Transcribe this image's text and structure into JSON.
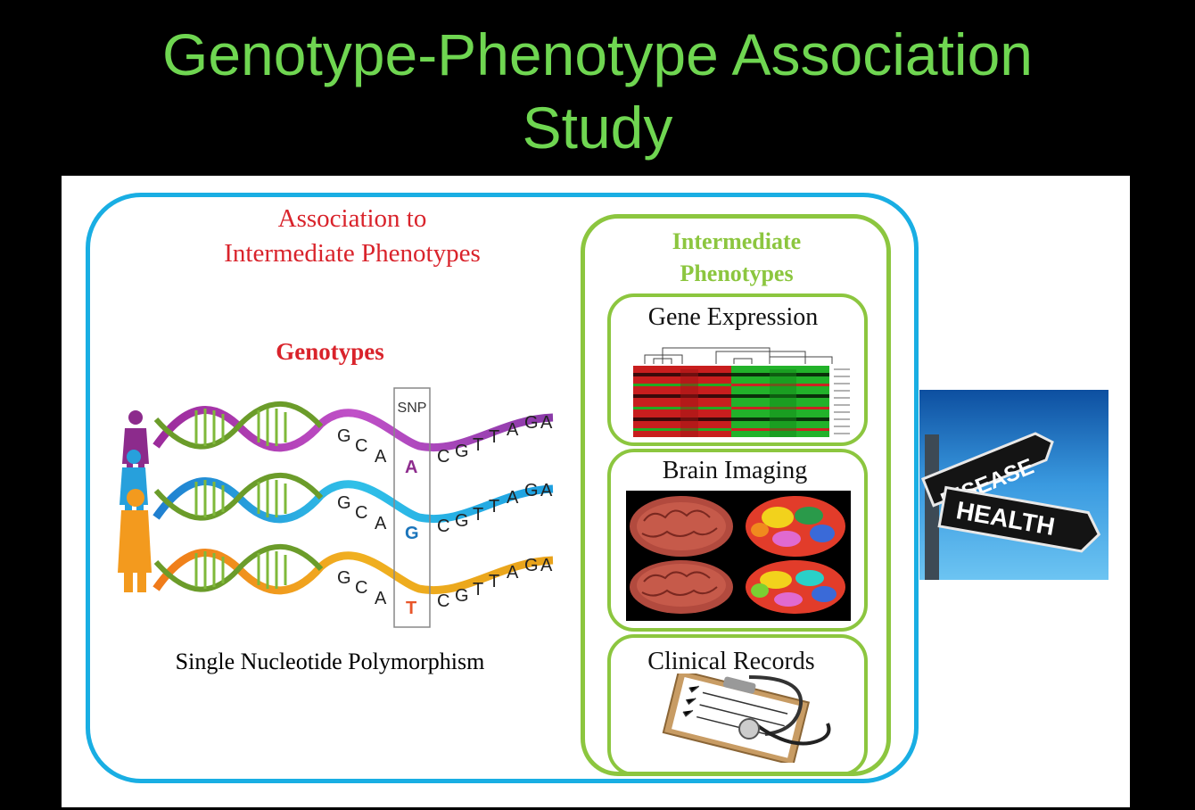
{
  "slide": {
    "title_line1": "Genotype-Phenotype Association",
    "title_line2": "Study"
  },
  "left_panel": {
    "heading_line1": "Association to",
    "heading_line2": "Intermediate Phenotypes",
    "genotypes_label": "Genotypes",
    "snp_box_label": "SNP",
    "sequences": [
      {
        "left": [
          "G",
          "C",
          "A"
        ],
        "snp": "A",
        "right": [
          "C",
          "G",
          "T",
          "T",
          "A",
          "G",
          "A"
        ],
        "snp_color": "#8e2d8e"
      },
      {
        "left": [
          "G",
          "C",
          "A"
        ],
        "snp": "G",
        "right": [
          "C",
          "G",
          "T",
          "T",
          "A",
          "G",
          "A"
        ],
        "snp_color": "#1b75bb"
      },
      {
        "left": [
          "G",
          "C",
          "A"
        ],
        "snp": "T",
        "right": [
          "C",
          "G",
          "T",
          "T",
          "A",
          "G",
          "A"
        ],
        "snp_color": "#e8562a"
      }
    ],
    "caption": "Single Nucleotide Polymorphism"
  },
  "right_panel": {
    "title_line1": "Intermediate",
    "title_line2": "Phenotypes",
    "boxes": [
      {
        "label": "Gene Expression"
      },
      {
        "label": "Brain Imaging"
      },
      {
        "label": "Clinical Records"
      }
    ]
  },
  "signpost": {
    "sign1": "DISEASE",
    "sign2": "HEALTH"
  },
  "colors": {
    "title_green": "#6fd651",
    "outer_border": "#19aee3",
    "panel_green": "#8cc63f",
    "heading_red": "#d9232b"
  }
}
